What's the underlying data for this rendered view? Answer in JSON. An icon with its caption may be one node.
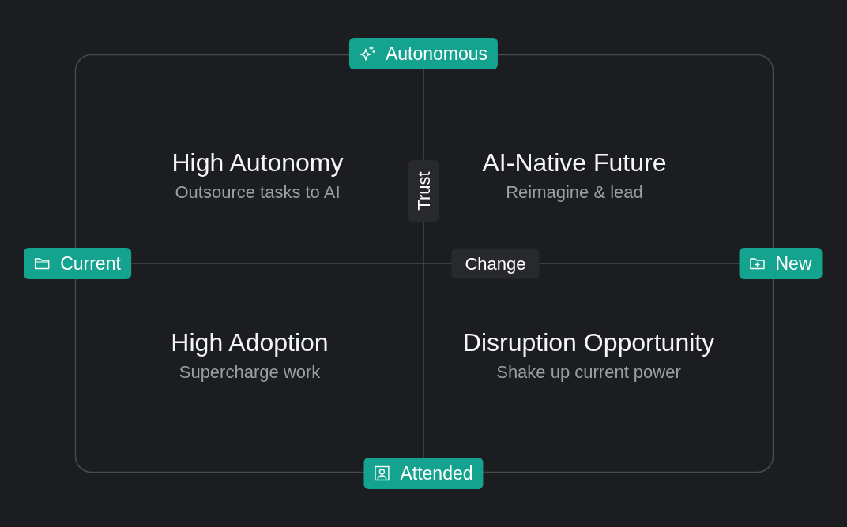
{
  "diagram": {
    "nodes": [
      {
        "text": [
          "Autonomous"
        ]
      },
      {
        "text": [
          "High Autonomy",
          "Outsource tasks to AI"
        ]
      },
      {
        "text": [
          "Trust"
        ]
      },
      {
        "text": [
          "AI-Native Future",
          "Reimagine & lead"
        ]
      },
      {
        "text": [
          "Current"
        ]
      },
      {
        "text": [
          "Change"
        ]
      },
      {
        "text": [
          "New"
        ]
      },
      {
        "text": [
          "High Adoption",
          "Supercharge work"
        ]
      },
      {
        "text": [
          "Disruption Opportunity",
          "Shake up current power"
        ]
      },
      {
        "text": [
          "Attended"
        ]
      }
    ]
  }
}
